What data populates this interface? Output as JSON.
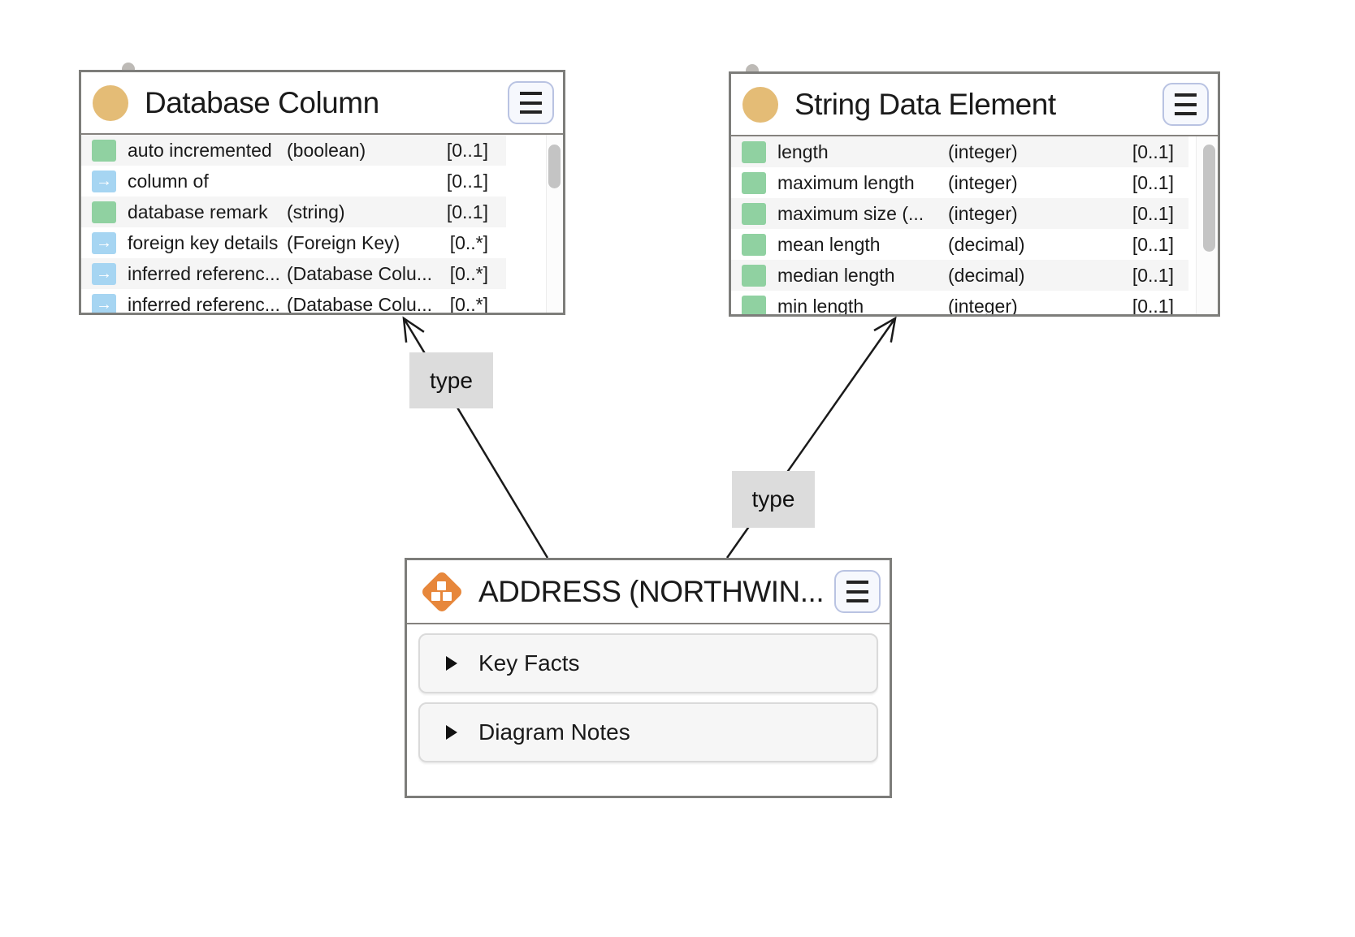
{
  "edges": [
    {
      "label": "type",
      "from": "address",
      "to": "database_column"
    },
    {
      "label": "type",
      "from": "address",
      "to": "string_data_element"
    }
  ],
  "nodes": {
    "database_column": {
      "title": "Database Column",
      "icon": "class-circle",
      "icon_color": "#e4bc76",
      "menu_icon": "hamburger",
      "rows": [
        {
          "icon": "attribute",
          "name": "auto incremented",
          "type": "(boolean)",
          "card": "[0..1]"
        },
        {
          "icon": "relation",
          "name": "column of",
          "type": "",
          "card": "[0..1]"
        },
        {
          "icon": "attribute",
          "name": "database remark",
          "type": "(string)",
          "card": "[0..1]"
        },
        {
          "icon": "relation",
          "name": "foreign key details",
          "type": "(Foreign Key)",
          "card": "[0..*]"
        },
        {
          "icon": "relation",
          "name": "inferred referenc...",
          "type": "(Database Colu...",
          "card": "[0..*]"
        },
        {
          "icon": "relation",
          "name": "inferred referenc...",
          "type": "(Database Colu...",
          "card": "[0..*]"
        }
      ]
    },
    "string_data_element": {
      "title": "String Data Element",
      "icon": "class-circle",
      "icon_color": "#e4bc76",
      "menu_icon": "hamburger",
      "rows": [
        {
          "icon": "attribute",
          "name": "length",
          "type": "(integer)",
          "card": "[0..1]"
        },
        {
          "icon": "attribute",
          "name": "maximum length",
          "type": "(integer)",
          "card": "[0..1]"
        },
        {
          "icon": "attribute",
          "name": "maximum size (...",
          "type": "(integer)",
          "card": "[0..1]"
        },
        {
          "icon": "attribute",
          "name": "mean length",
          "type": "(decimal)",
          "card": "[0..1]"
        },
        {
          "icon": "attribute",
          "name": "median length",
          "type": "(decimal)",
          "card": "[0..1]"
        },
        {
          "icon": "attribute",
          "name": "min length",
          "type": "(integer)",
          "card": "[0..1]"
        }
      ]
    },
    "address": {
      "title": "ADDRESS (NORTHWIN...",
      "icon": "dataset-diamond",
      "icon_color": "#e7873b",
      "menu_icon": "hamburger",
      "sections": [
        {
          "icon": "triangle-right",
          "label": "Key Facts"
        },
        {
          "icon": "triangle-right",
          "label": "Diagram Notes"
        }
      ]
    }
  }
}
